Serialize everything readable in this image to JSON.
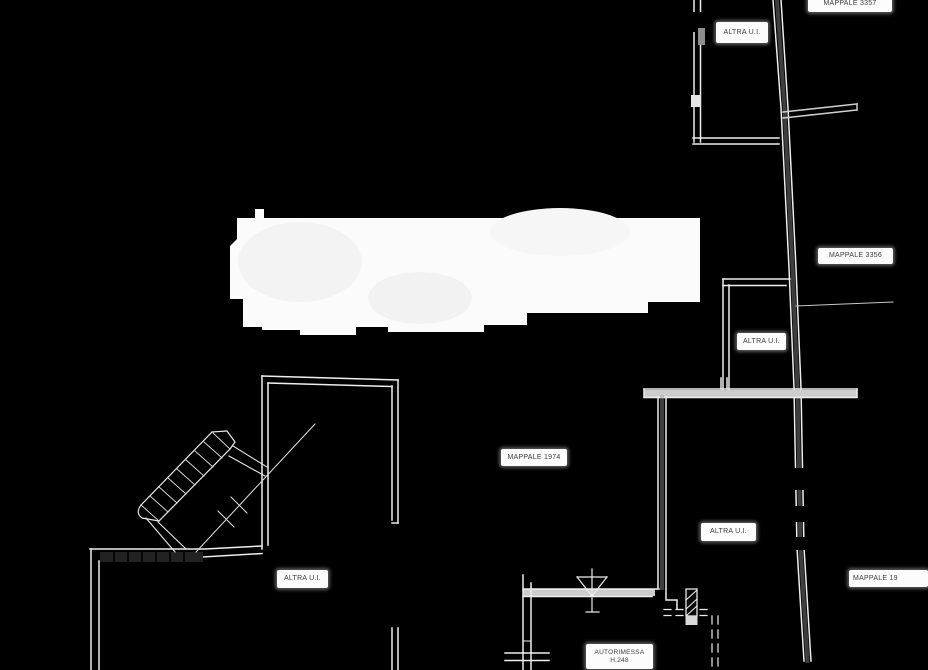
{
  "drawing": {
    "background_color": "#000000",
    "line_color": "#eeeeee",
    "label_background": "#fcfcfc",
    "label_text_color": "#3c3c3c"
  },
  "labels": {
    "mappale_3357": "MAPPALE 3357",
    "altra_ui_top": "ALTRA U.I.",
    "mappale_3356": "MAPPALE 3356",
    "altra_ui_mid": "ALTRA U.I.",
    "mappale_1974": "MAPPALE 1974",
    "altra_ui_right": "ALTRA U.I.",
    "mappale_19_clipped": "MAPPALE 19",
    "altra_ui_left": "ALTRA U.I.",
    "autorimessa_title": "AUTORIMESSA",
    "autorimessa_height": "H.248"
  }
}
